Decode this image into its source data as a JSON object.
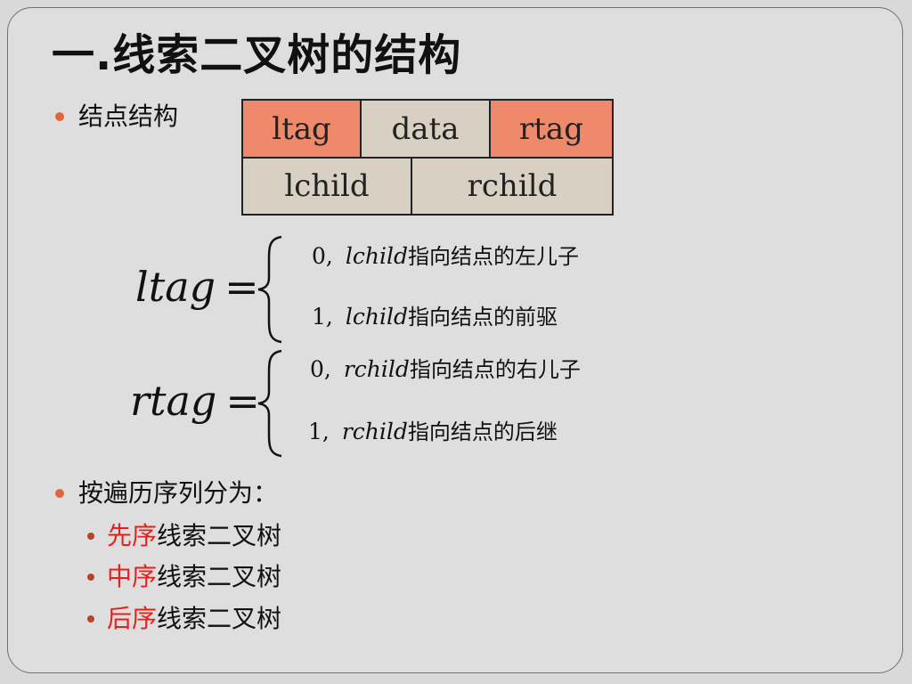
{
  "title": "一.线索二叉树的结构",
  "bullet1": "结点结构",
  "table": {
    "row1": [
      "ltag",
      "data",
      "rtag"
    ],
    "row2": [
      "lchild",
      "rchild"
    ]
  },
  "ltag_formula": {
    "lhs": "ltag",
    "eq": "=",
    "case0": {
      "num": "0,",
      "var": "lchild",
      "desc": "指向结点的左儿子"
    },
    "case1": {
      "num": "1,",
      "var": "lchild",
      "desc": "指向结点的前驱"
    }
  },
  "rtag_formula": {
    "lhs": "rtag",
    "eq": "=",
    "case0": {
      "num": "0,",
      "var": "rchild",
      "desc": "指向结点的右儿子"
    },
    "case1": {
      "num": "1,",
      "var": "rchild",
      "desc": "指向结点的后继"
    }
  },
  "bullet2": "按遍历序列分为：",
  "subitems": [
    {
      "prefix": "先序",
      "rest": "线索二叉树"
    },
    {
      "prefix": "中序",
      "rest": "线索二叉树"
    },
    {
      "prefix": "后序",
      "rest": "线索二叉树"
    }
  ],
  "colors": {
    "accent": "#e2633c",
    "highlight_red": "#e8201c",
    "cell_orange": "#ee8a6b",
    "cell_beige": "#d8d1c3"
  }
}
